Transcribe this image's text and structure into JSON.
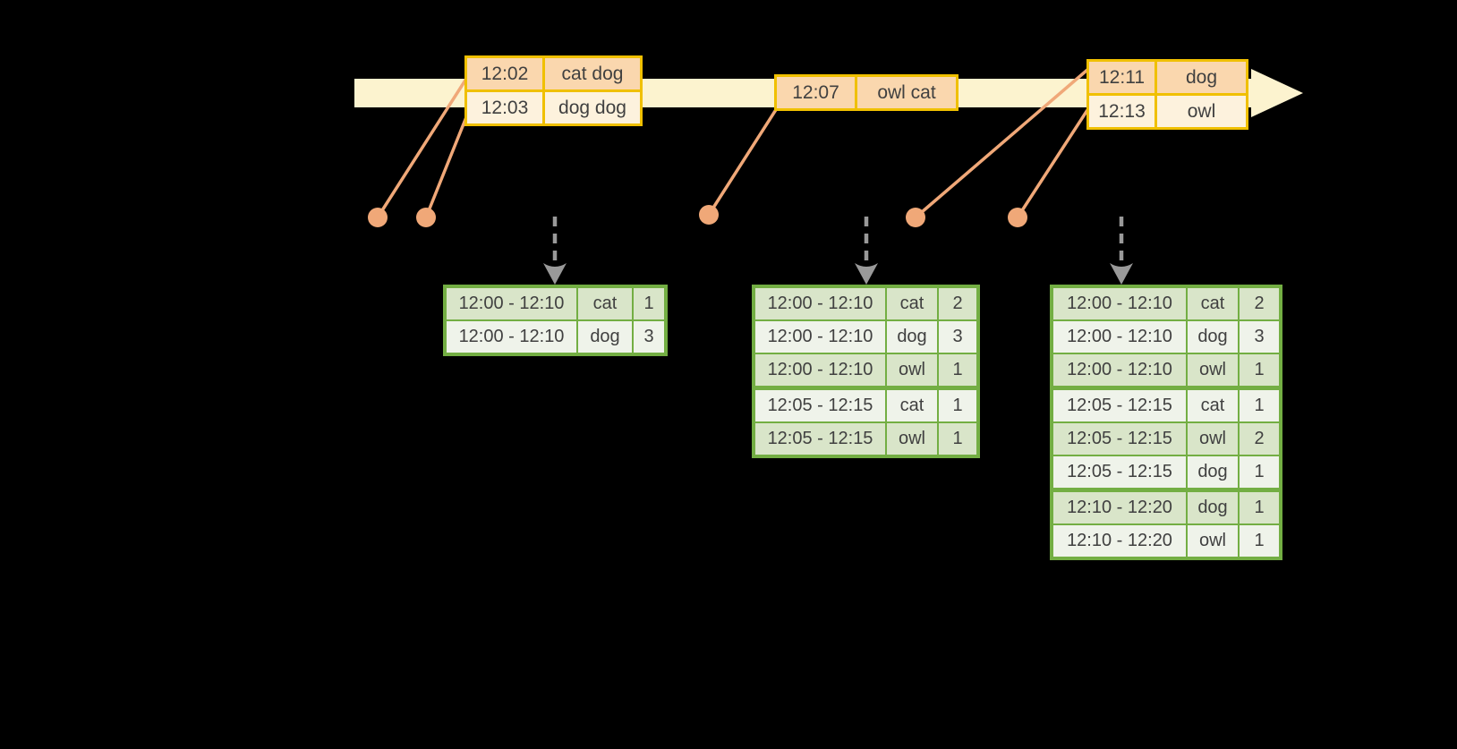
{
  "colors": {
    "background": "#000000",
    "timeline_fill": "#FCF3CF",
    "event_border": "#F0C000",
    "event_row_dark": "#FAD7AE",
    "event_row_light": "#FDF2DD",
    "connector_orange": "#F0A878",
    "result_border": "#73AE43",
    "result_row_dark": "#D9E5C9",
    "result_row_light": "#EFF3EA",
    "trigger_arrow_gray": "#999999",
    "text": "#404040"
  },
  "icons": {
    "timeline_arrowhead": "right-arrow",
    "event_marker": "dot",
    "trigger": "dashed-down-arrow"
  },
  "event_tables": [
    {
      "rows": [
        {
          "time": "12:02",
          "words": "cat dog",
          "shade": "dark"
        },
        {
          "time": "12:03",
          "words": "dog dog",
          "shade": "light"
        }
      ]
    },
    {
      "rows": [
        {
          "time": "12:07",
          "words": "owl cat",
          "shade": "dark"
        }
      ]
    },
    {
      "rows": [
        {
          "time": "12:11",
          "words": "dog",
          "shade": "dark"
        },
        {
          "time": "12:13",
          "words": "owl",
          "shade": "light"
        }
      ]
    }
  ],
  "result_tables": [
    {
      "rows": [
        {
          "window": "12:00 - 12:10",
          "word": "cat",
          "count": "1",
          "shade": "dark"
        },
        {
          "window": "12:00 - 12:10",
          "word": "dog",
          "count": "3",
          "shade": "light"
        }
      ]
    },
    {
      "rows": [
        {
          "window": "12:00 - 12:10",
          "word": "cat",
          "count": "2",
          "shade": "dark"
        },
        {
          "window": "12:00 - 12:10",
          "word": "dog",
          "count": "3",
          "shade": "light"
        },
        {
          "window": "12:00 - 12:10",
          "word": "owl",
          "count": "1",
          "shade": "dark"
        },
        {
          "window": "12:05 - 12:15",
          "word": "cat",
          "count": "1",
          "shade": "light",
          "group_start": true
        },
        {
          "window": "12:05 - 12:15",
          "word": "owl",
          "count": "1",
          "shade": "dark"
        }
      ]
    },
    {
      "rows": [
        {
          "window": "12:00 - 12:10",
          "word": "cat",
          "count": "2",
          "shade": "dark"
        },
        {
          "window": "12:00 - 12:10",
          "word": "dog",
          "count": "3",
          "shade": "light"
        },
        {
          "window": "12:00 - 12:10",
          "word": "owl",
          "count": "1",
          "shade": "dark"
        },
        {
          "window": "12:05 - 12:15",
          "word": "cat",
          "count": "1",
          "shade": "light",
          "group_start": true
        },
        {
          "window": "12:05 - 12:15",
          "word": "owl",
          "count": "2",
          "shade": "dark"
        },
        {
          "window": "12:05 - 12:15",
          "word": "dog",
          "count": "1",
          "shade": "light"
        },
        {
          "window": "12:10 - 12:20",
          "word": "dog",
          "count": "1",
          "shade": "dark",
          "group_start": true
        },
        {
          "window": "12:10 - 12:20",
          "word": "owl",
          "count": "1",
          "shade": "light"
        }
      ]
    }
  ]
}
